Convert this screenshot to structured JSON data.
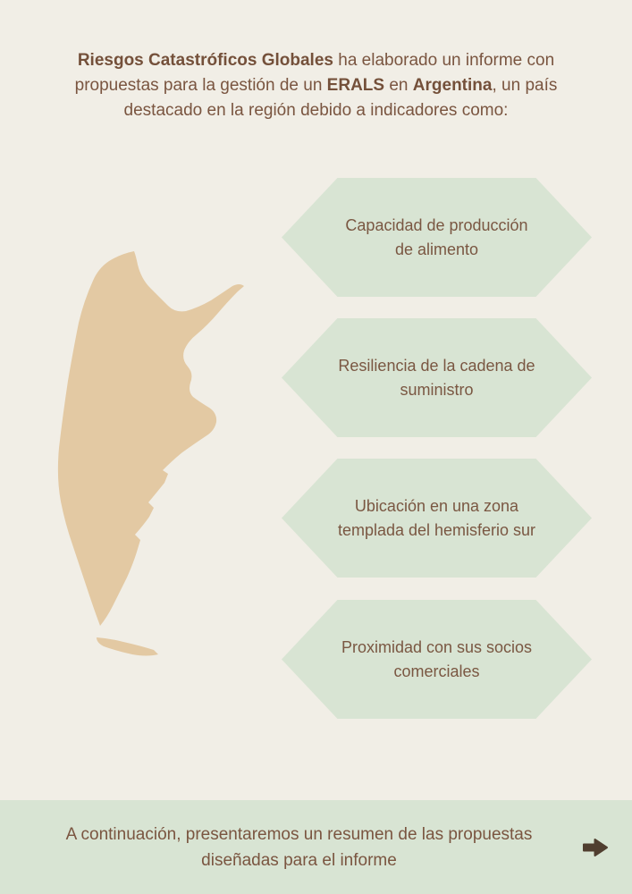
{
  "palette": {
    "background": "#f1eee6",
    "accent_green": "#d8e4d3",
    "map_tan": "#e3c9a3",
    "text_brown": "#7a5540",
    "arrow_brown": "#503e2f"
  },
  "header": {
    "lines": [
      {
        "parts": [
          {
            "t": "Riesgos Catastróficos Globales",
            "bold": true
          },
          {
            "t": " ha elaborado un informe con",
            "bold": false
          }
        ]
      },
      {
        "parts": [
          {
            "t": "propuestas para la gestión de un ",
            "bold": false
          },
          {
            "t": "ERALS",
            "bold": true
          },
          {
            "t": " en ",
            "bold": false
          },
          {
            "t": "Argentina",
            "bold": true
          },
          {
            "t": ", un país",
            "bold": false
          }
        ]
      },
      {
        "parts": [
          {
            "t": "destacado en la región debido a indicadores como:",
            "bold": false
          }
        ]
      }
    ]
  },
  "map": {
    "name": "argentina-silhouette",
    "color": "#e3c9a3"
  },
  "hexagons": [
    {
      "label": "Capacidad de producción de alimento",
      "lines": [
        "Capacidad de producción",
        "de alimento"
      ]
    },
    {
      "label": "Resiliencia de la cadena de suministro",
      "lines": [
        "Resiliencia de la cadena de",
        "suministro"
      ]
    },
    {
      "label": "Ubicación en una zona templada del hemisferio sur",
      "lines": [
        "Ubicación en una zona",
        "templada del hemisferio sur"
      ]
    },
    {
      "label": "Proximidad con sus socios comerciales",
      "lines": [
        "Proximidad con sus socios",
        "comerciales"
      ]
    }
  ],
  "footer": {
    "text": "A continuación, presentaremos un resumen de las propuestas diseñadas para el informe",
    "lines": [
      "A continuación, presentaremos un resumen de las propuestas",
      "diseñadas para el informe"
    ],
    "icon": "arrow-right"
  }
}
